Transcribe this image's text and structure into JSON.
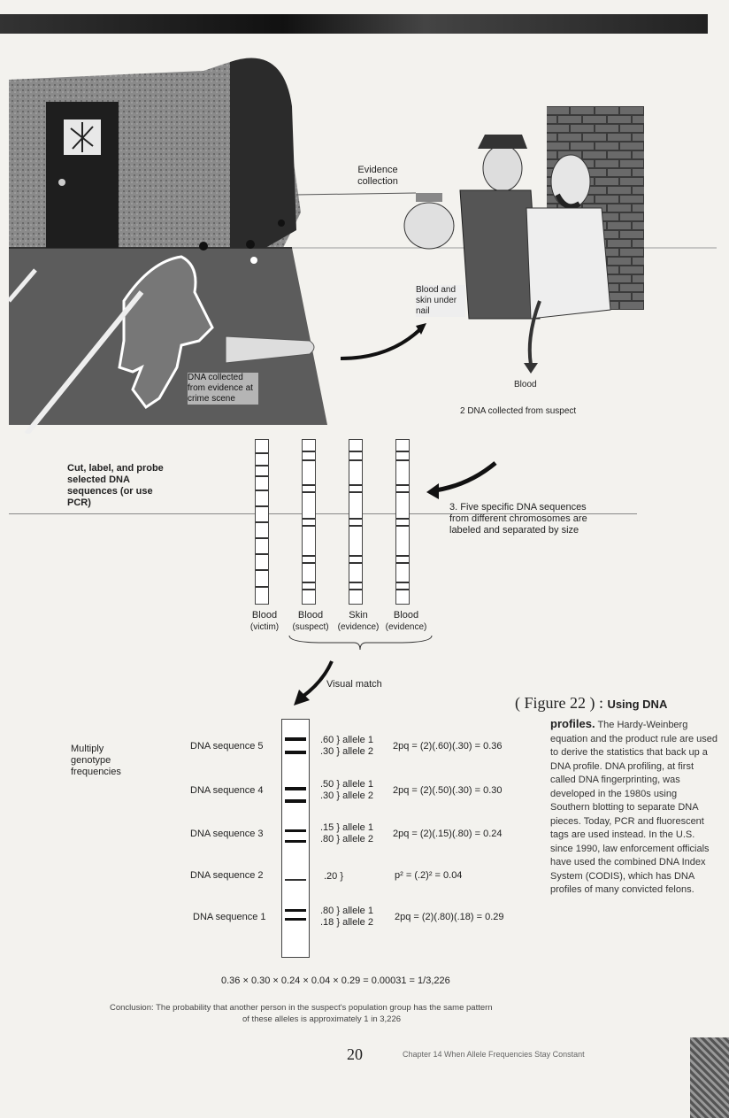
{
  "scene": {
    "evidence_collection": "Evidence collection",
    "blood_skin": "Blood and skin under nail",
    "dna_collected_scene": "DNA collected from evidence at crime scene",
    "blood": "Blood",
    "dna_collected_suspect": "2  DNA collected from suspect"
  },
  "left_labels": {
    "cut_label": "Cut, label, and probe selected DNA sequences (or use PCR)",
    "multiply": "Multiply genotype frequencies"
  },
  "step3": "3. Five specific DNA sequences from different chromosomes are labeled and separated by size",
  "lanes": [
    {
      "line1": "Blood",
      "line2": "(victim)"
    },
    {
      "line1": "Blood",
      "line2": "(suspect)"
    },
    {
      "line1": "Skin",
      "line2": "(evidence)"
    },
    {
      "line1": "Blood",
      "line2": "(evidence)"
    }
  ],
  "visual_match": "Visual match",
  "sequences": [
    {
      "name": "DNA sequence 5",
      "alleles": [
        ".60 } allele 1",
        ".30 } allele 2"
      ],
      "formula": "2pq = (2)(.60)(.30) = 0.36"
    },
    {
      "name": "DNA sequence 4",
      "alleles": [
        ".50 } allele 1",
        ".30 } allele 2"
      ],
      "formula": "2pq = (2)(.50)(.30) = 0.30"
    },
    {
      "name": "DNA sequence 3",
      "alleles": [
        ".15 } allele 1",
        ".80 } allele 2"
      ],
      "formula": "2pq = (2)(.15)(.80) = 0.24"
    },
    {
      "name": "DNA sequence 2",
      "alleles": [
        ".20 }",
        ""
      ],
      "formula": "p² = (.2)² = 0.04"
    },
    {
      "name": "DNA sequence 1",
      "alleles": [
        ".80 } allele 1",
        ".18 } allele 2"
      ],
      "formula": "2pq = (2)(.80)(.18) = 0.29"
    }
  ],
  "product": "0.36 × 0.30 × 0.24 × 0.04 × 0.29 = 0.00031 = 1/3,226",
  "conclusion_1": "Conclusion: The probability that another person in the suspect's population group has the same pattern",
  "conclusion_2": "of these alleles is approximately 1 in 3,226",
  "figure": {
    "label": "( Figure 22 ) :",
    "title_part": "Using DNA",
    "title_part2": "profiles.",
    "caption": "The Hardy-Weinberg equation and the product rule are used to derive the statistics that back up a DNA profile. DNA profiling, at first called DNA fingerprinting, was developed in the 1980s using Southern blotting to separate DNA pieces. Today, PCR and fluorescent tags are used instead. In the U.S. since 1990, law enforcement officials have used the combined DNA Index System (CODIS), which has DNA profiles of many convicted felons."
  },
  "footer": {
    "page_number": "20",
    "chapter": "Chapter 14  When Allele Frequencies Stay Constant"
  }
}
